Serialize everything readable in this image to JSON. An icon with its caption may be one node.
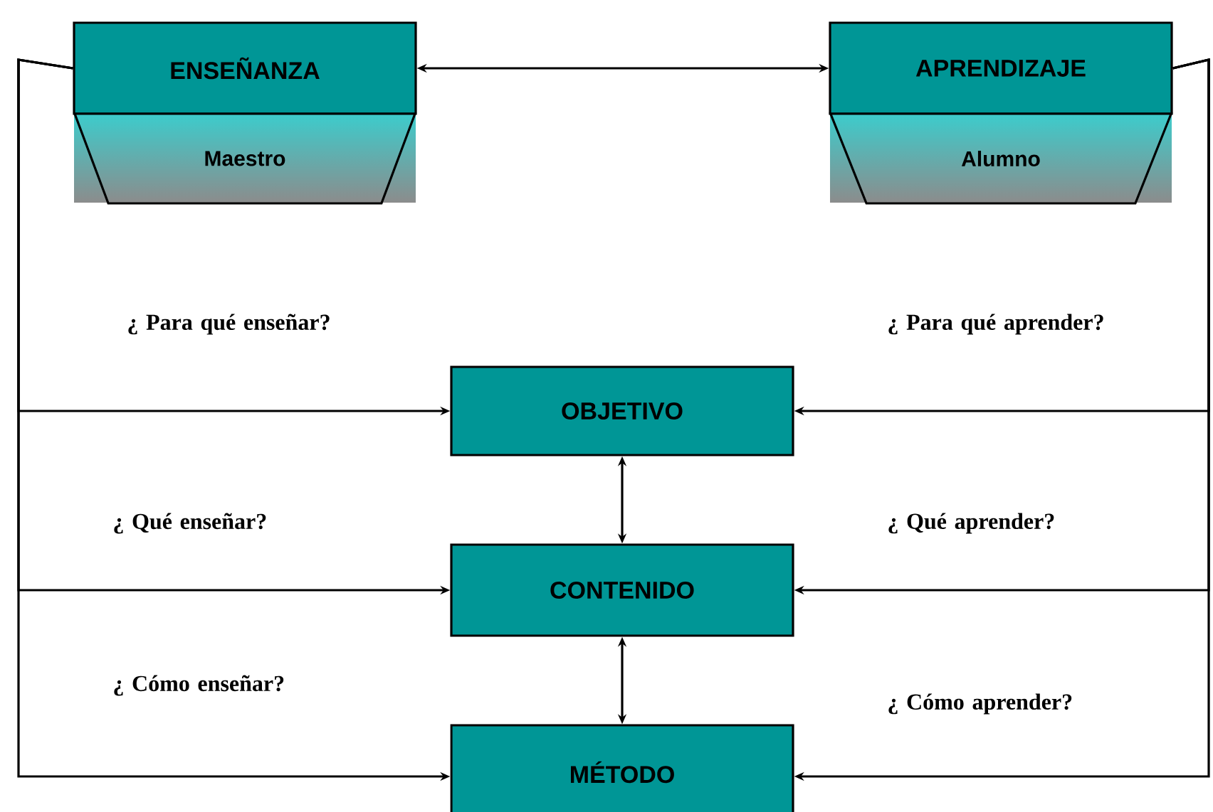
{
  "diagram": {
    "nodes": [
      {
        "text": [
          "ENSEÑANZA"
        ]
      },
      {
        "text": [
          "Maestro"
        ]
      },
      {
        "text": [
          "APRENDIZAJE"
        ]
      },
      {
        "text": [
          "Alumno"
        ]
      },
      {
        "text": [
          "OBJETIVO"
        ]
      },
      {
        "text": [
          "CONTENIDO"
        ]
      },
      {
        "text": [
          "MÉTODO"
        ]
      }
    ],
    "edges": [
      {
        "from": 0,
        "to": 2,
        "arrow": "both"
      },
      {
        "from": 0,
        "to": 4,
        "arrow": "to",
        "label": "¿ Para qué enseñar?"
      },
      {
        "from": 0,
        "to": 5,
        "arrow": "to",
        "label": "¿ Qué enseñar?"
      },
      {
        "from": 0,
        "to": 6,
        "arrow": "to",
        "label": "¿ Cómo enseñar?"
      },
      {
        "from": 2,
        "to": 4,
        "arrow": "to",
        "label": "¿ Para qué aprender?"
      },
      {
        "from": 2,
        "to": 5,
        "arrow": "to",
        "label": "¿ Qué aprender?"
      },
      {
        "from": 2,
        "to": 6,
        "arrow": "to",
        "label": "¿ Cómo  aprender?"
      },
      {
        "from": 4,
        "to": 5,
        "arrow": "both"
      },
      {
        "from": 5,
        "to": 6,
        "arrow": "both"
      }
    ]
  }
}
